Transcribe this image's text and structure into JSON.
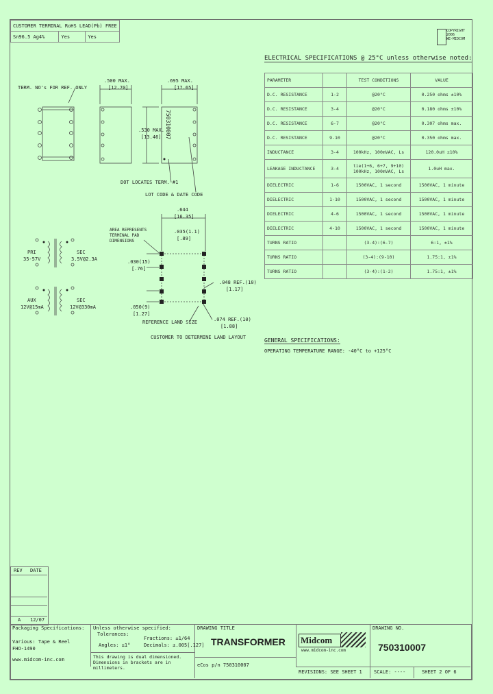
{
  "header": {
    "customer_label": "CUSTOMER TERMINAL  RoHS  LEAD(Pb) FREE",
    "row_material": "Sn96.5 Ag4%",
    "row_rohs": "Yes",
    "row_leadfree": "Yes",
    "copyright": [
      "COPYRIGHT",
      "2006",
      "WE-MIDCOM"
    ]
  },
  "specs": {
    "title": "ELECTRICAL SPECIFICATIONS @ 25°C unless otherwise noted:",
    "columns": [
      "PARAMETER",
      "",
      "TEST CONDITIONS",
      "VALUE"
    ],
    "rows": [
      [
        "D.C. RESISTANCE",
        "1-2",
        "@20°C",
        "0.250 ohms ±10%"
      ],
      [
        "D.C. RESISTANCE",
        "3-4",
        "@20°C",
        "0.180 ohms ±10%"
      ],
      [
        "D.C. RESISTANCE",
        "6-7",
        "@20°C",
        "0.307 ohms max."
      ],
      [
        "D.C. RESISTANCE",
        "9-10",
        "@20°C",
        "0.350 ohms max."
      ],
      [
        "INDUCTANCE",
        "3-4",
        "100kHz, 100mVAC, Ls",
        "120.0uH ±10%"
      ],
      [
        "LEAKAGE INDUCTANCE",
        "3-4",
        "tie(1+6, 6+7, 9+10) 100kHz, 100mVAC, Ls",
        "1.0uH max."
      ],
      [
        "DIELECTRIC",
        "1-6",
        "1500VAC, 1 second",
        "1500VAC, 1 minute"
      ],
      [
        "DIELECTRIC",
        "1-10",
        "1500VAC, 1 second",
        "1500VAC, 1 minute"
      ],
      [
        "DIELECTRIC",
        "4-6",
        "1500VAC, 1 second",
        "1500VAC, 1 minute"
      ],
      [
        "DIELECTRIC",
        "4-10",
        "1500VAC, 1 second",
        "1500VAC, 1 minute"
      ],
      [
        "TURNS RATIO",
        "",
        "(3-4):(6-7)",
        "6:1, ±1%"
      ],
      [
        "TURNS RATIO",
        "",
        "(3-4):(9-10)",
        "1.75:1, ±1%"
      ],
      [
        "TURNS RATIO",
        "",
        "(3-4):(1-2)",
        "1.75:1, ±1%"
      ]
    ],
    "general_title": "GENERAL SPECIFICATIONS:",
    "operating_temp": "OPERATING TEMPERATURE RANGE: -40°C to +125°C"
  },
  "drawing": {
    "term_note": "TERM. NO's FOR REF. ONLY",
    "dim_500": ".500 MAX.",
    "dim_500_mm": "[12.70]",
    "dim_695": ".695 MAX.",
    "dim_695_mm": "[17.65]",
    "dim_530": ".530 MAX.",
    "dim_530_mm": "[13.46]",
    "part_on_body": "750310007",
    "dot_note": "DOT LOCATES TERM. #1",
    "lot_note": "LOT CODE & DATE CODE",
    "pri": "PRI",
    "pri_val": "35-57V",
    "sec1": "SEC",
    "sec1_val": "3.5V@2.3A",
    "aux": "AUX",
    "aux_val": "12V@15mA",
    "sec2": "SEC",
    "sec2_val": "12V@330mA",
    "land_644": ".644",
    "land_644_mm": "[16.35]",
    "land_035": ".035(1.1)",
    "land_035_mm": "[.89]",
    "land_area_note": "AREA REPRESENTS TERMINAL PAD DIMENSIONS",
    "land_030": ".030(15)",
    "land_030_mm": "[.76]",
    "land_050": ".050(9)",
    "land_050_mm": "[1.27]",
    "land_048": ".048 REF.(10)",
    "land_048_mm": "[1.17]",
    "land_074": ".074 REF.(10)",
    "land_074_mm": "[1.88]",
    "ref_land": "REFERENCE LAND SIZE",
    "customer_land": "CUSTOMER TO DETERMINE LAND LAYOUT"
  },
  "titleblock": {
    "rev_label": "REV",
    "date_label": "DATE",
    "rev_a": "A",
    "rev_a_date": "12/07",
    "packaging_title": "Packaging Specifications:",
    "packaging_1": "Various: Tape & Reel",
    "packaging_2": "FHO-1490",
    "website": "www.midcom-inc.com",
    "tolerances_title": "Unless otherwise specified:",
    "tol_label": "Tolerances:",
    "tol_fractions": "Fractions: ±1/64",
    "tol_angles": "Angles: ±1°",
    "tol_decimals": "Decimals: ±.005[.127]",
    "dual_dim": "This drawing is dual dimensioned. Dimensions in brackets are in millimeters.",
    "drawing_title_label": "DRAWING TITLE",
    "drawing_title": "TRANSFORMER",
    "customer_pn": "eCos p/n 750310007",
    "company": "Midcom",
    "company_site": "www.midcom-inc.com",
    "drawing_no_label": "DRAWING NO.",
    "drawing_no": "750310007",
    "revisions": "REVISIONS: SEE SHEET 1",
    "scale": "SCALE: ----",
    "sheet": "SHEET 2 OF 6"
  }
}
